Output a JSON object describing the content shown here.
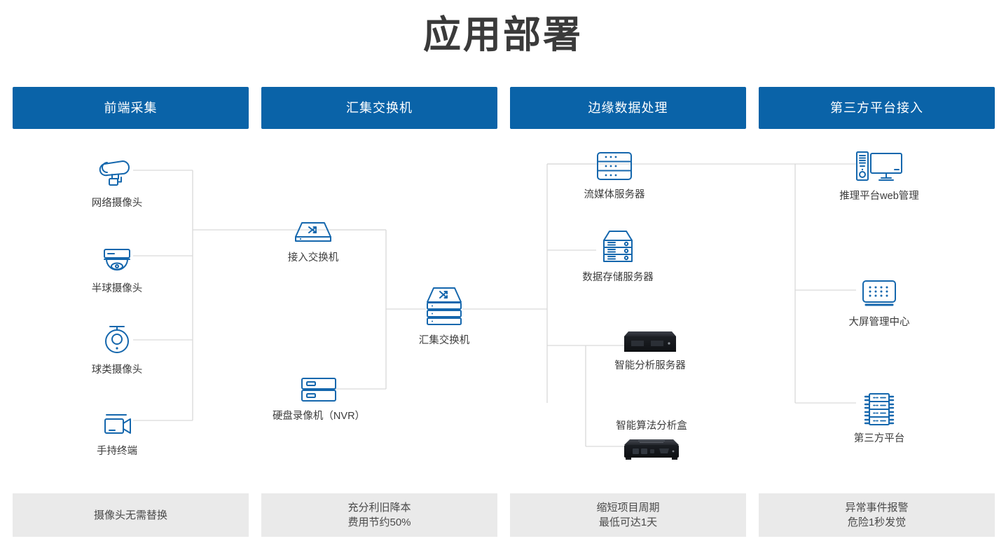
{
  "page": {
    "title": "应用部署",
    "accent_color": "#0a63a8",
    "footer_bg": "#eaeaea",
    "icon_color": "#1567ad",
    "line_color": "#d8d8d8",
    "text_color": "#3c3c3c"
  },
  "columns": [
    {
      "id": "front-end-collection",
      "header": "前端采集",
      "footer_lines": [
        "摄像头无需替换"
      ]
    },
    {
      "id": "aggregation-switch",
      "header": "汇集交换机",
      "footer_lines": [
        "充分利旧降本",
        "费用节约50%"
      ]
    },
    {
      "id": "edge-data-processing",
      "header": "边缘数据处理",
      "footer_lines": [
        "缩短项目周期",
        "最低可达1天"
      ]
    },
    {
      "id": "third-party-platform-access",
      "header": "第三方平台接入",
      "footer_lines": [
        "异常事件报警",
        "危险1秒发觉"
      ]
    }
  ],
  "nodes": {
    "network_camera": {
      "label": "网络摄像头",
      "icon": "bullet-camera-icon"
    },
    "dome_camera": {
      "label": "半球摄像头",
      "icon": "dome-camera-icon"
    },
    "ptz_camera": {
      "label": "球类摄像头",
      "icon": "ptz-camera-icon"
    },
    "handheld_terminal": {
      "label": "手持终端",
      "icon": "camcorder-icon"
    },
    "access_switch": {
      "label": "接入交换机",
      "icon": "switch-icon"
    },
    "nvr": {
      "label": "硬盘录像机（NVR）",
      "icon": "nvr-icon"
    },
    "aggregation_switch": {
      "label": "汇集交换机",
      "icon": "stacked-switch-icon"
    },
    "streaming_server": {
      "label": "流媒体服务器",
      "icon": "streaming-server-icon"
    },
    "storage_server": {
      "label": "数据存储服务器",
      "icon": "storage-server-icon"
    },
    "analysis_server": {
      "label": "智能分析服务器",
      "icon": "rack-server-photo"
    },
    "algorithm_box": {
      "label": "智能算法分析盒",
      "icon": "edge-box-photo"
    },
    "web_management": {
      "label": "推理平台web管理",
      "icon": "desktop-pc-icon"
    },
    "video_wall": {
      "label": "大屏管理中心",
      "icon": "video-wall-icon"
    },
    "third_party_platform": {
      "label": "第三方平台",
      "icon": "server-rack-icon"
    }
  }
}
